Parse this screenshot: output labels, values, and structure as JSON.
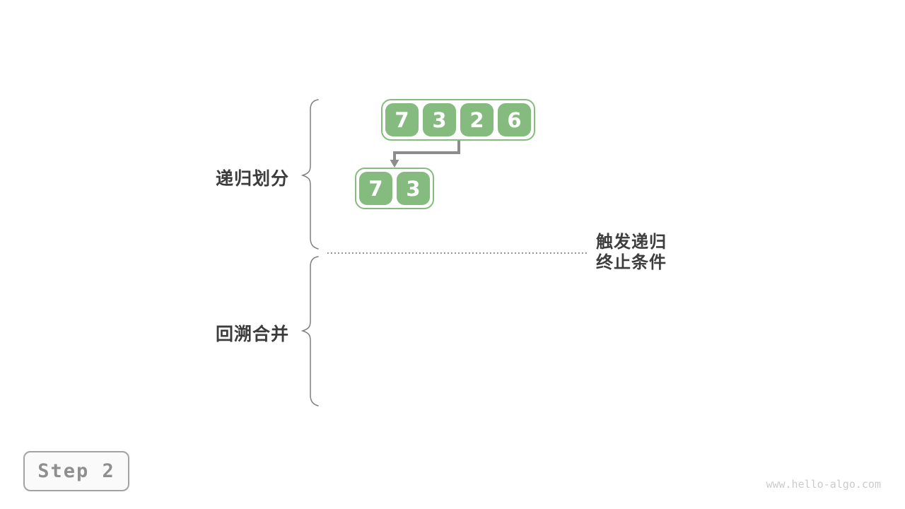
{
  "diagram": {
    "phase_labels": {
      "divide": "递归划分",
      "merge": "回溯合并"
    },
    "terminate_label": {
      "line1": "触发递归",
      "line2": "终止条件"
    },
    "arrays": {
      "top": {
        "values": [
          "7",
          "3",
          "2",
          "6"
        ]
      },
      "sub": {
        "values": [
          "7",
          "3"
        ]
      }
    }
  },
  "step_badge": {
    "label": "Step 2"
  },
  "watermark": {
    "text": "www.hello-algo.com"
  },
  "colors": {
    "cell_green": "#85bb7f",
    "arrow_gray": "#8c8c8c",
    "brace_gray": "#7f7f7f",
    "dotted_line_gray": "#8a8a8a",
    "label_dark": "#3c3c3c",
    "badge_border_gray": "#a3a3a3",
    "badge_text_gray": "#8f8f8f",
    "watermark_gray": "#cbcbcb"
  }
}
